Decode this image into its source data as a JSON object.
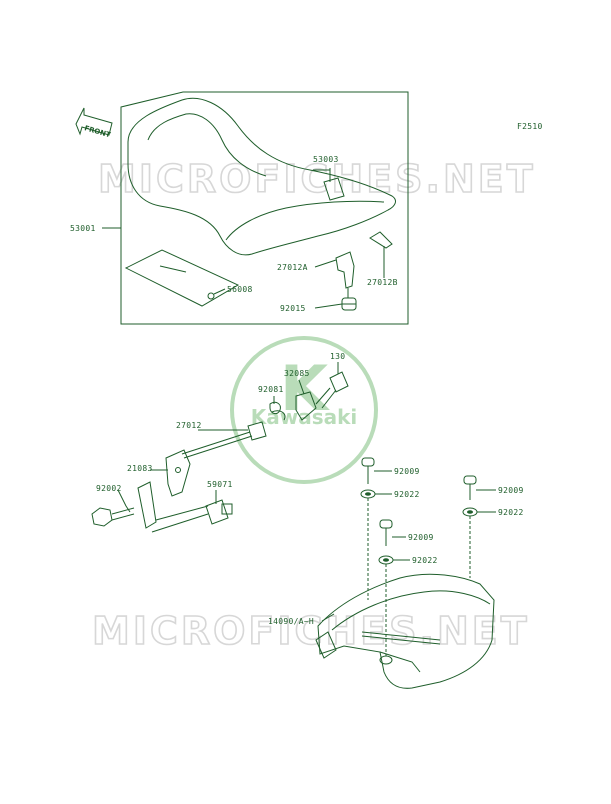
{
  "figure_code": "F2510",
  "front_marker": "FRONT",
  "watermark": {
    "text": "MICROFICHES.NET",
    "logo_letters": "K",
    "logo_word": "Kawasaki"
  },
  "colors": {
    "ink": "#1f5e2b",
    "watermark_gray": "#d7d7d7",
    "logo_green": "#b9dcb9",
    "background": "#ffffff"
  },
  "part_labels": {
    "p53003": "53003",
    "p53001": "53001",
    "p27012A": "27012A",
    "p27012B": "27012B",
    "p56008": "56008",
    "p92015": "92015",
    "p130": "130",
    "p32085": "32085",
    "p92081": "92081",
    "p27012": "27012",
    "p21083": "21083",
    "p92002": "92002",
    "p59071": "59071",
    "p92009a": "92009",
    "p92022a": "92022",
    "p92009b": "92009",
    "p92022b": "92022",
    "p92009c": "92009",
    "p92022c": "92022",
    "p14090": "14090/A~H"
  }
}
